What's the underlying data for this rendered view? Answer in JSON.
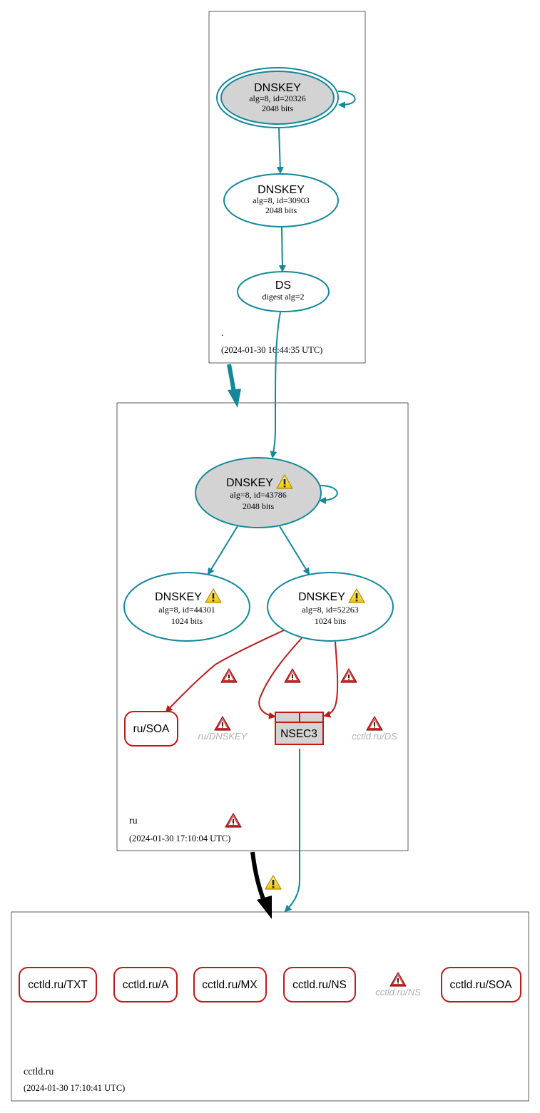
{
  "zones": {
    "root": {
      "name": ".",
      "timestamp": "(2024-01-30 16:44:35 UTC)"
    },
    "ru": {
      "name": "ru",
      "timestamp": "(2024-01-30 17:10:04 UTC)"
    },
    "cctld": {
      "name": "cctld.ru",
      "timestamp": "(2024-01-30 17:10:41 UTC)"
    }
  },
  "nodes": {
    "root_ksk": {
      "title": "DNSKEY",
      "line1": "alg=8, id=20326",
      "line2": "2048 bits"
    },
    "root_zsk": {
      "title": "DNSKEY",
      "line1": "alg=8, id=30903",
      "line2": "2048 bits"
    },
    "root_ds": {
      "title": "DS",
      "line1": "digest alg=2"
    },
    "ru_ksk": {
      "title": "DNSKEY",
      "line1": "alg=8, id=43786",
      "line2": "2048 bits"
    },
    "ru_zsk1": {
      "title": "DNSKEY",
      "line1": "alg=8, id=44301",
      "line2": "1024 bits"
    },
    "ru_zsk2": {
      "title": "DNSKEY",
      "line1": "alg=8, id=52263",
      "line2": "1024 bits"
    },
    "ru_soa": {
      "label": "ru/SOA"
    },
    "ru_dnskey_ghost": {
      "label": "ru/DNSKEY"
    },
    "nsec3": {
      "label": "NSEC3"
    },
    "cctld_ds_ghost": {
      "label": "cctld.ru/DS"
    }
  },
  "records": [
    {
      "label": "cctld.ru/TXT"
    },
    {
      "label": "cctld.ru/A"
    },
    {
      "label": "cctld.ru/MX"
    },
    {
      "label": "cctld.ru/NS"
    },
    {
      "label": "cctld.ru/SOA"
    }
  ],
  "cctld_ns_ghost": {
    "label": "cctld.ru/NS"
  },
  "colors": {
    "secure": "#12889a",
    "bogus": "#be1a1a",
    "key_fill": "#d3d3d3",
    "warning_yellow": "#f5c400",
    "error_red": "#d63a3a"
  },
  "icons": {
    "warning": "warning-triangle-icon",
    "error": "error-triangle-icon"
  }
}
